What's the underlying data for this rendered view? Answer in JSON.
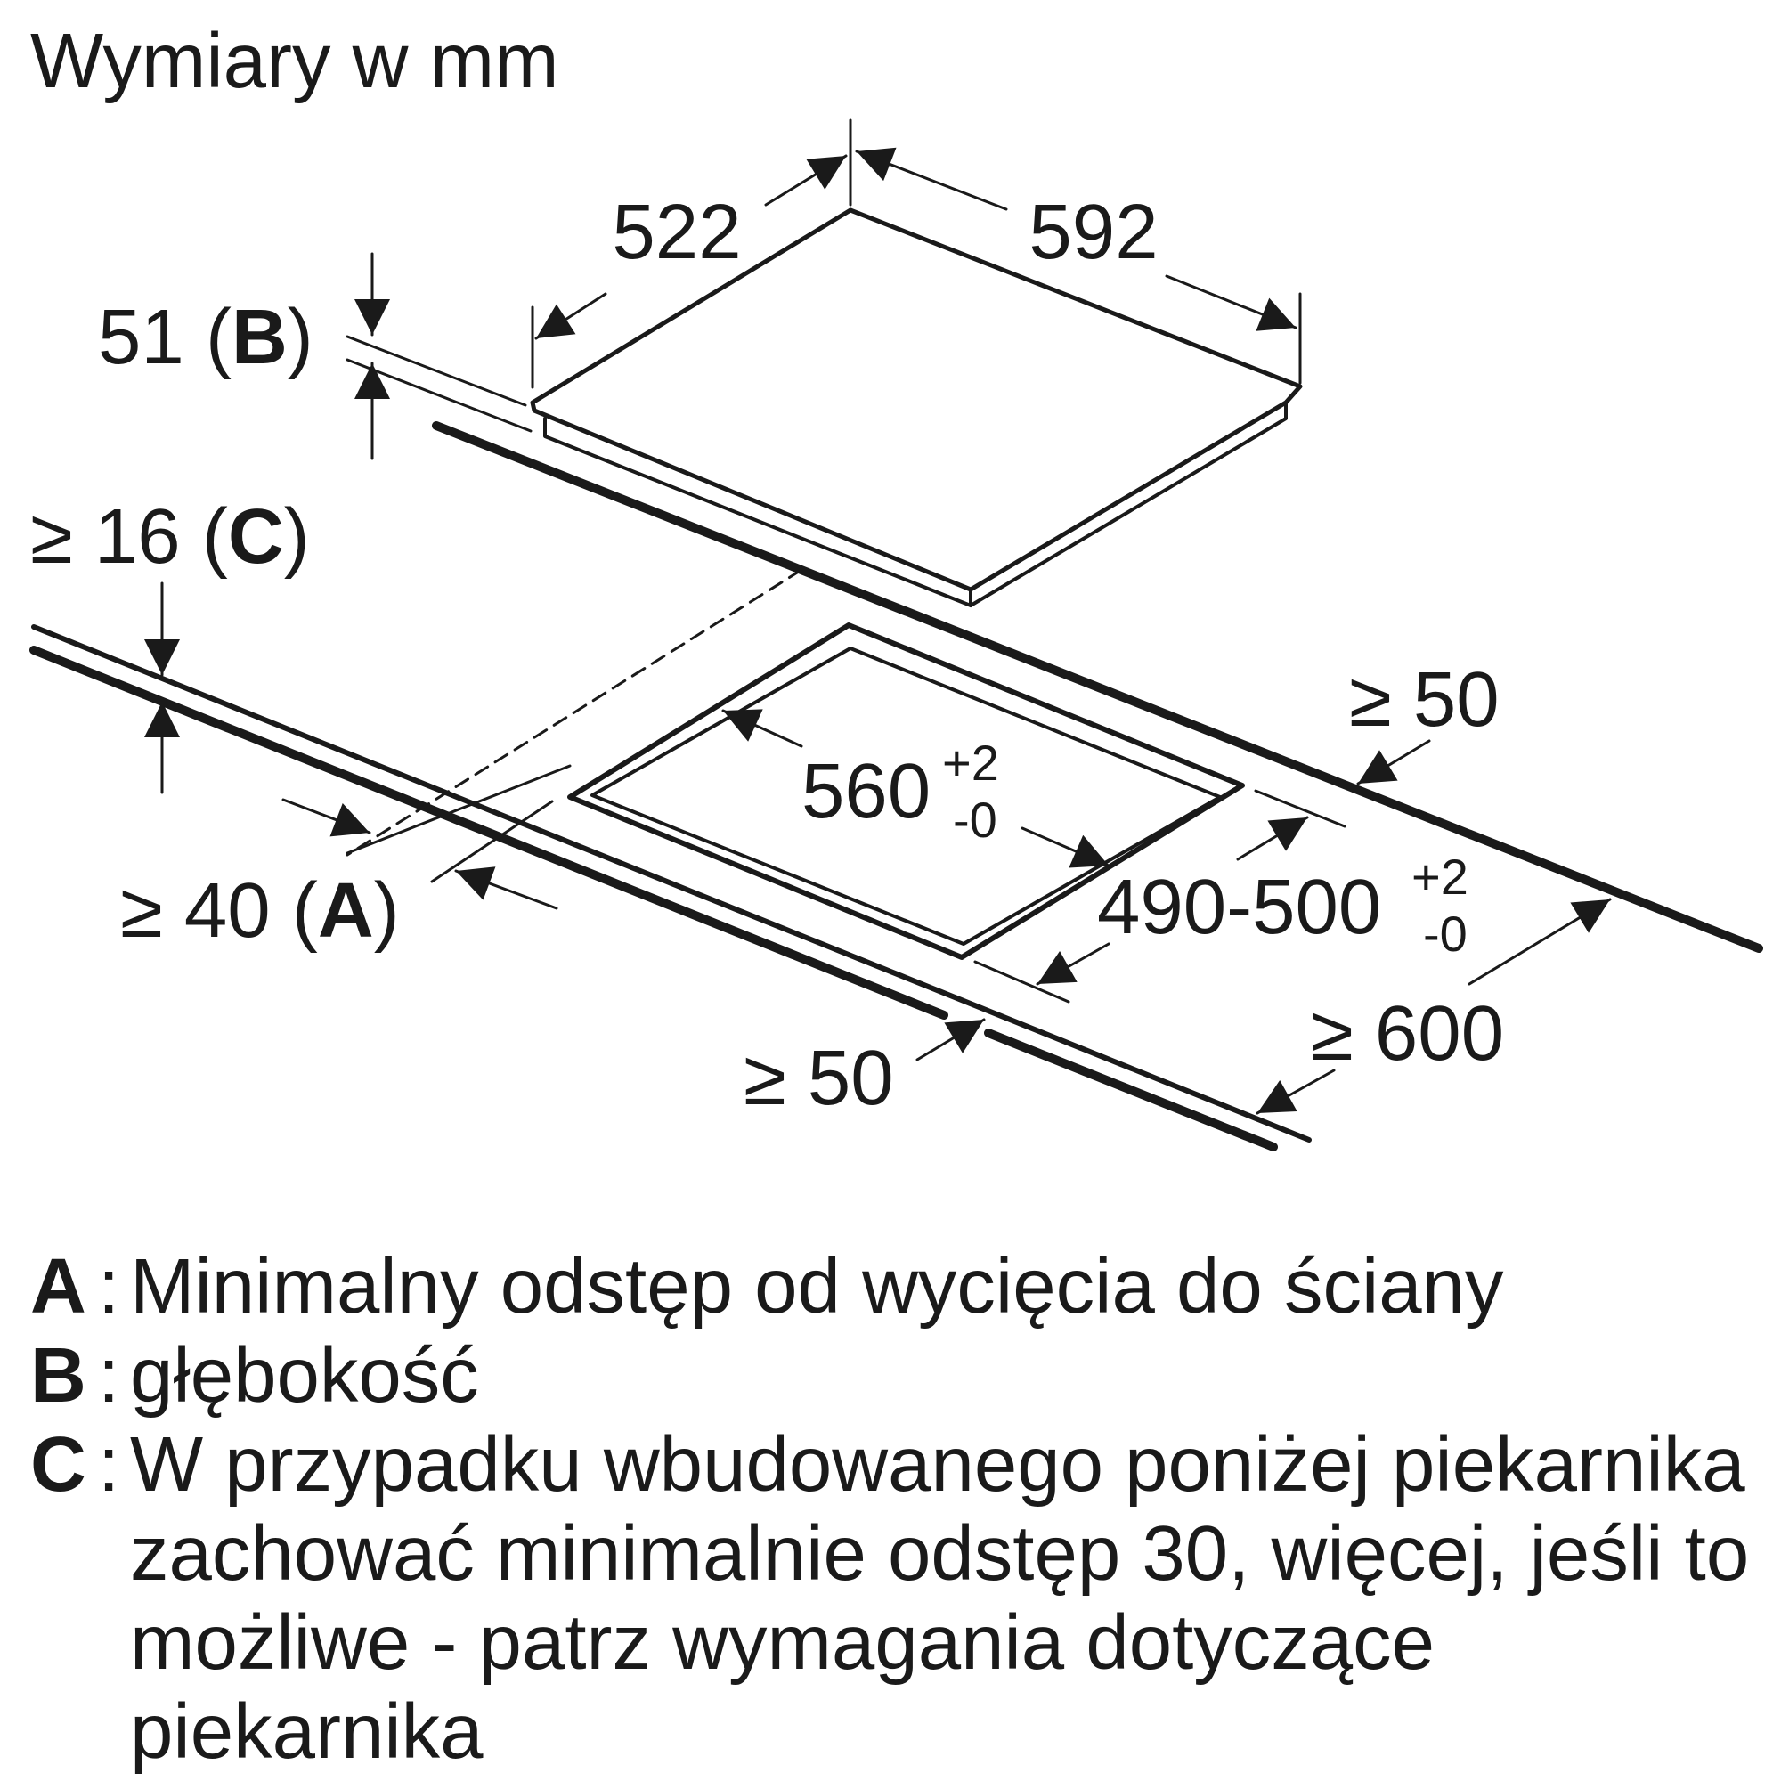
{
  "title": "Wymiary w mm",
  "dims": {
    "hob_depth": "522",
    "hob_width": "592",
    "hob_height": "51",
    "hob_height_key": "B",
    "worktop_min": "≥ 16",
    "worktop_key": "C",
    "cut_width": "560",
    "cut_width_plus": "+2",
    "cut_width_minus": "-0",
    "cut_depth": "490-500",
    "cut_depth_plus": "+2",
    "cut_depth_minus": "-0",
    "wall_gap": "≥ 40",
    "wall_gap_key": "A",
    "side_gap_right": "≥ 50",
    "side_gap_front": "≥ 50",
    "worktop_depth": "≥ 600"
  },
  "legend": [
    {
      "key": "A",
      "text": "Minimalny odstęp od wycięcia do ściany"
    },
    {
      "key": "B",
      "text": "głębokość"
    },
    {
      "key": "C",
      "text": "W przypadku wbudowanego poniżej piekarnika zachować minimalnie odstęp 30, więcej, jeśli to możliwe - patrz wymagania dotyczące piekarnika"
    }
  ]
}
